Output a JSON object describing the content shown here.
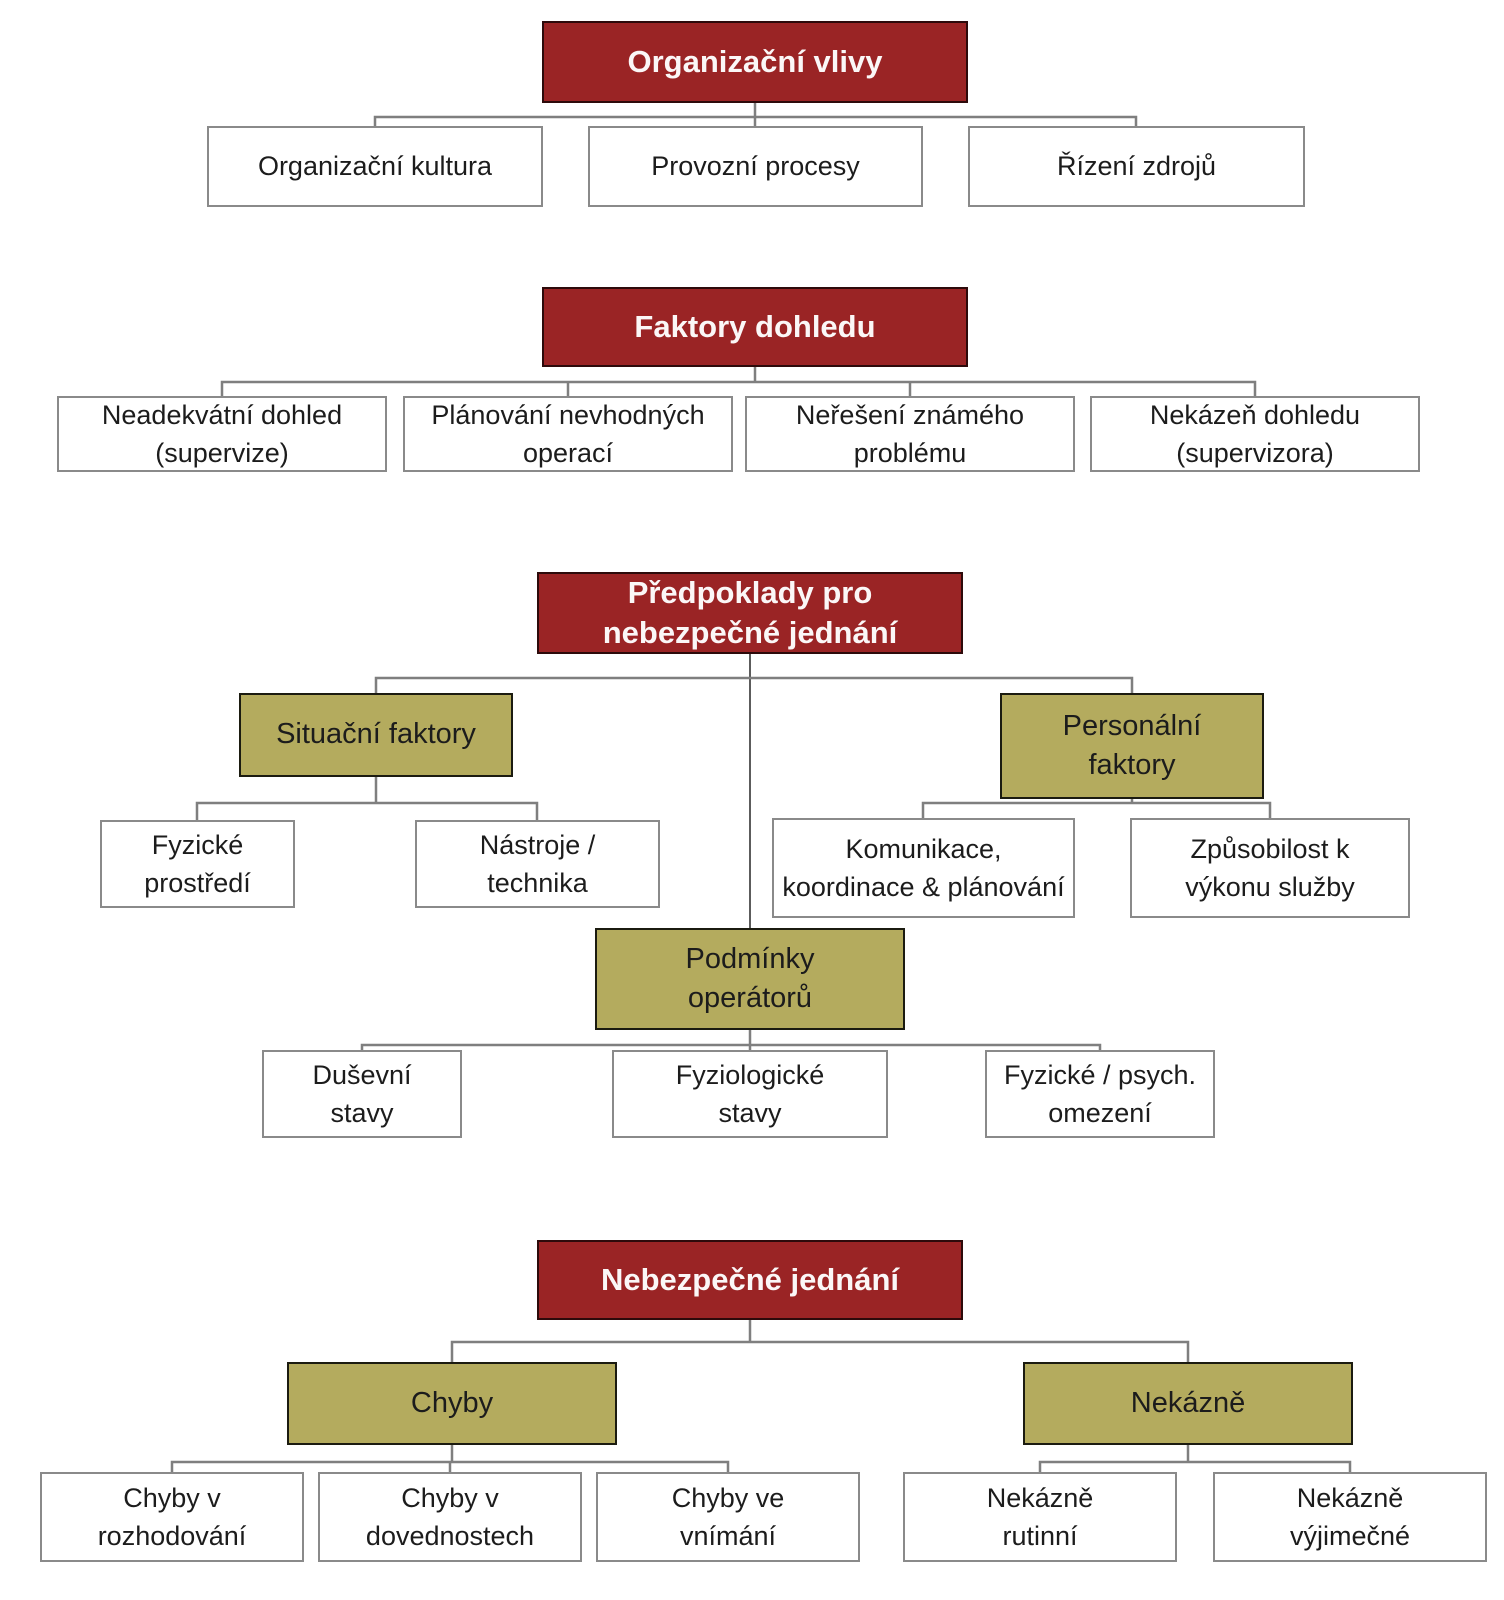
{
  "diagram": {
    "colors": {
      "level_header_bg": "#9a2425",
      "level_header_text": "#fbf7f7",
      "category_bg": "#b4ab5e",
      "leaf_bg": "#ffffff",
      "leaf_border": "#8a8a8a",
      "connector_line": "#7f7f7f"
    },
    "levels": [
      {
        "label": "Organizační vlivy",
        "children": [
          {
            "label": "Organizační kultura"
          },
          {
            "label": "Provozní procesy"
          },
          {
            "label": "Řízení zdrojů"
          }
        ]
      },
      {
        "label": "Faktory dohledu",
        "children": [
          {
            "label": "Neadekvátní dohled\n(supervize)"
          },
          {
            "label": "Plánování nevhodných\noperací"
          },
          {
            "label": "Neřešení známého\nproblému"
          },
          {
            "label": "Nekázeň dohledu\n(supervizora)"
          }
        ]
      },
      {
        "label": "Předpoklady pro\nnebezpečné jednání",
        "children": [
          {
            "label": "Situační faktory",
            "children": [
              {
                "label": "Fyzické\nprostředí"
              },
              {
                "label": "Nástroje /\ntechnika"
              }
            ]
          },
          {
            "label": "Personální\nfaktory",
            "children": [
              {
                "label": "Komunikace,\nkoordinace & plánování"
              },
              {
                "label": "Způsobilost k\nvýkonu služby"
              }
            ]
          },
          {
            "label": "Podmínky\noperátorů",
            "children": [
              {
                "label": "Duševní\nstavy"
              },
              {
                "label": "Fyziologické\nstavy"
              },
              {
                "label": "Fyzické / psych.\nomezení"
              }
            ]
          }
        ]
      },
      {
        "label": "Nebezpečné jednání",
        "children": [
          {
            "label": "Chyby",
            "children": [
              {
                "label": "Chyby v\nrozhodování"
              },
              {
                "label": "Chyby v\ndovednostech"
              },
              {
                "label": "Chyby ve\nvnímání"
              }
            ]
          },
          {
            "label": "Nekázně",
            "children": [
              {
                "label": "Nekázně\nrutinní"
              },
              {
                "label": "Nekázně\nvýjimečné"
              }
            ]
          }
        ]
      }
    ]
  }
}
